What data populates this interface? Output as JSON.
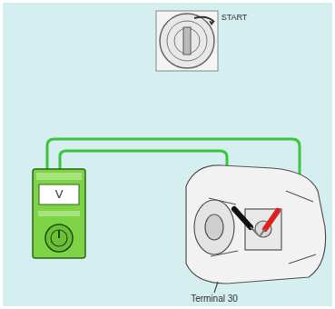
{
  "diagram": {
    "labels": [
      "START",
      "V",
      "Terminal 30"
    ]
  }
}
